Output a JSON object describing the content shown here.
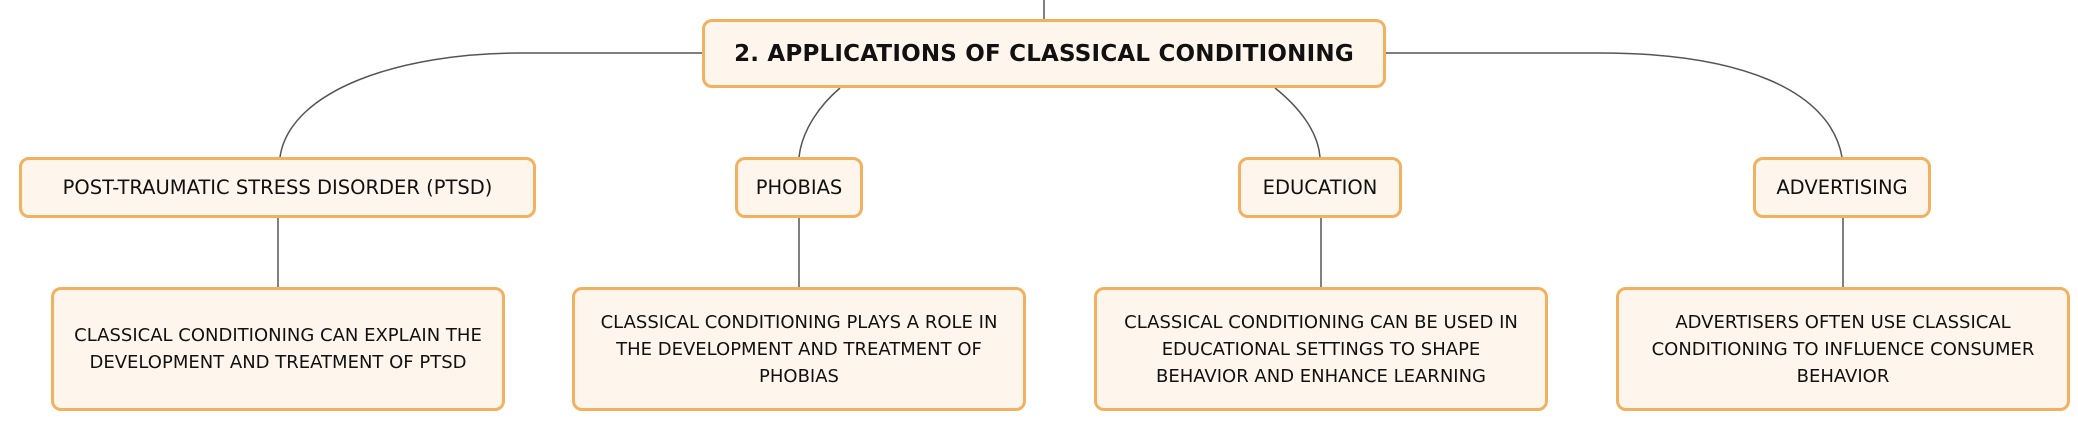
{
  "diagram": {
    "root": {
      "label": "2. APPLICATIONS OF CLASSICAL CONDITIONING"
    },
    "branches": [
      {
        "label": "POST-TRAUMATIC STRESS DISORDER (PTSD)",
        "detail": "CLASSICAL CONDITIONING CAN EXPLAIN THE DEVELOPMENT AND TREATMENT OF PTSD"
      },
      {
        "label": "PHOBIAS",
        "detail": "CLASSICAL CONDITIONING PLAYS A ROLE IN THE DEVELOPMENT AND TREATMENT OF PHOBIAS"
      },
      {
        "label": "EDUCATION",
        "detail": "CLASSICAL CONDITIONING CAN BE USED IN EDUCATIONAL SETTINGS TO SHAPE BEHAVIOR AND ENHANCE LEARNING"
      },
      {
        "label": "ADVERTISING",
        "detail": "ADVERTISERS OFTEN USE CLASSICAL CONDITIONING TO INFLUENCE CONSUMER BEHAVIOR"
      }
    ],
    "colors": {
      "node_fill": "#fef6ed",
      "node_border": "#f2b15f",
      "connector": "#555555",
      "text": "#111111"
    }
  }
}
